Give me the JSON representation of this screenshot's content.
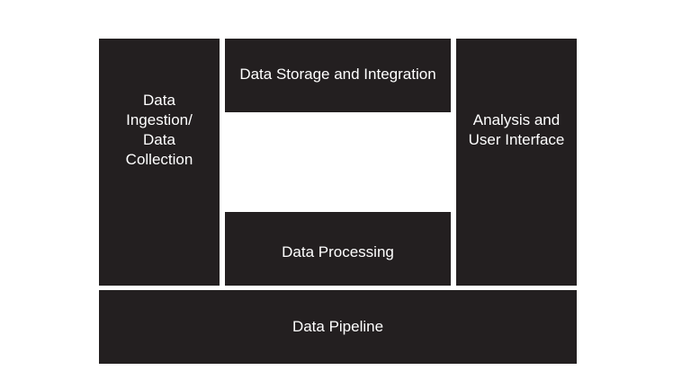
{
  "diagram": {
    "colors": {
      "block_fill": "#231f20",
      "block_text": "#ffffff",
      "background": "#ffffff"
    },
    "blocks": [
      {
        "id": "ingestion",
        "label": "Data\nIngestion/\nData\nCollection"
      },
      {
        "id": "storage",
        "label": "Data Storage and Integration"
      },
      {
        "id": "processing",
        "label": "Data Processing"
      },
      {
        "id": "analysis",
        "label": "Analysis and\nUser Interface"
      },
      {
        "id": "pipeline",
        "label": "Data Pipeline"
      }
    ]
  }
}
